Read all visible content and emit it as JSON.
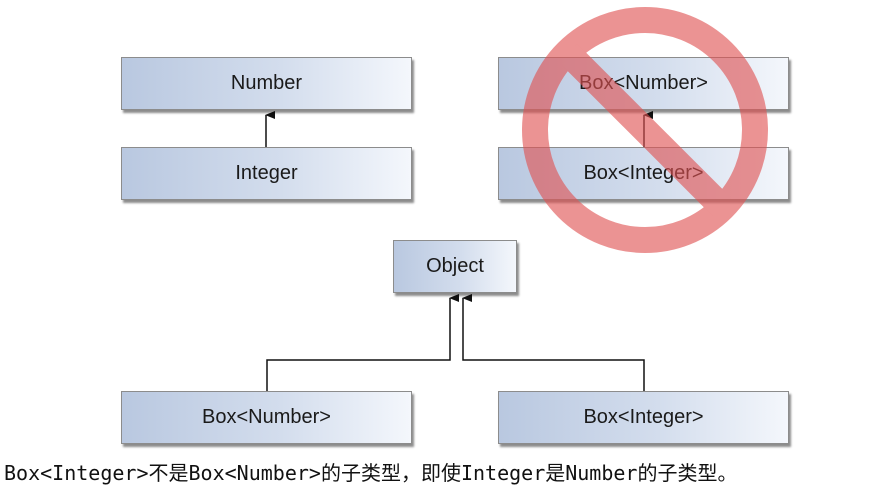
{
  "diagram": {
    "top_left": {
      "super_label": "Number",
      "sub_label": "Integer"
    },
    "top_right": {
      "super_label": "Box<Number>",
      "sub_label": "Box<Integer>",
      "prohibited_icon": "no-entry-icon"
    },
    "bottom": {
      "root_label": "Object",
      "left_label": "Box<Number>",
      "right_label": "Box<Integer>"
    }
  },
  "caption": "Box<Integer>不是Box<Number>的子类型，即使Integer是Number的子类型。",
  "colors": {
    "box_fill_dark": "#b9c8e0",
    "box_fill_light": "#f4f7fc",
    "prohibit_red": "#e05252"
  }
}
